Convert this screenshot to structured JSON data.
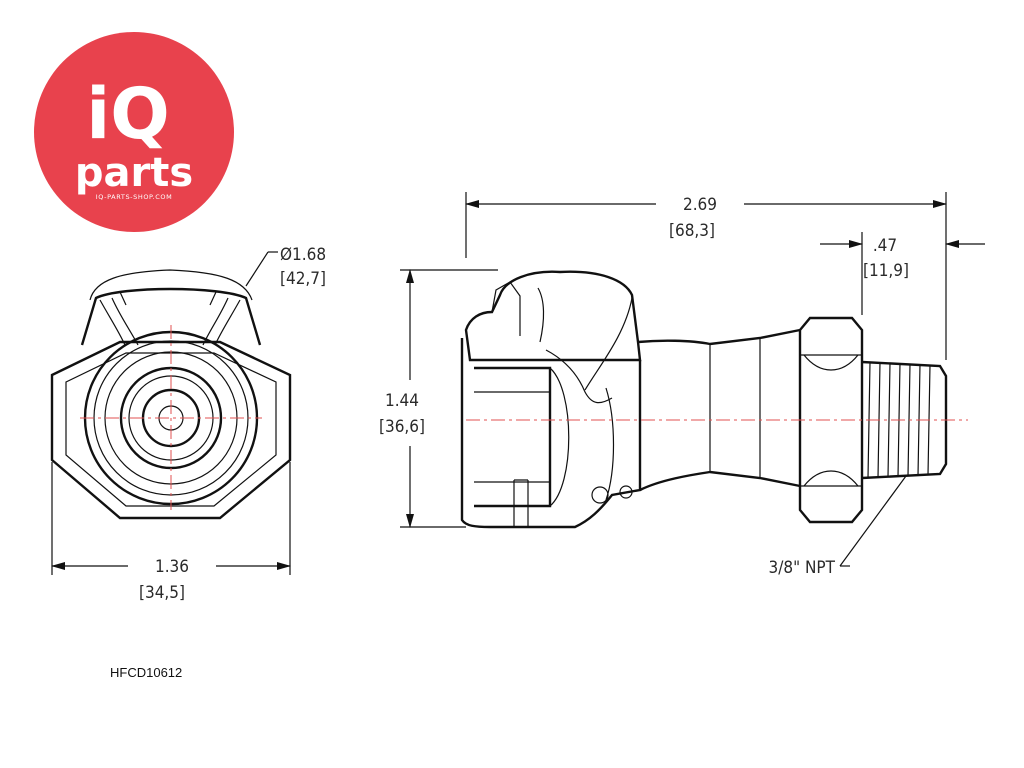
{
  "logo": {
    "line1": "iQ",
    "line2": "parts",
    "line3": "IQ-PARTS-SHOP.COM",
    "color": "#e8424d"
  },
  "dimensions": {
    "front_diameter": {
      "inch": "Ø1.68",
      "mm": "[42,7]"
    },
    "front_width": {
      "inch": "1.36",
      "mm": "[34,5]"
    },
    "overall_length": {
      "inch": "2.69",
      "mm": "[68,3]"
    },
    "thread_length": {
      "inch": ".47",
      "mm": "[11,9]"
    },
    "height": {
      "inch": "1.44",
      "mm": "[36,6]"
    },
    "thread": "3/8\" NPT"
  },
  "part_number": "HFCD10612",
  "centerline_color": "#e05050"
}
